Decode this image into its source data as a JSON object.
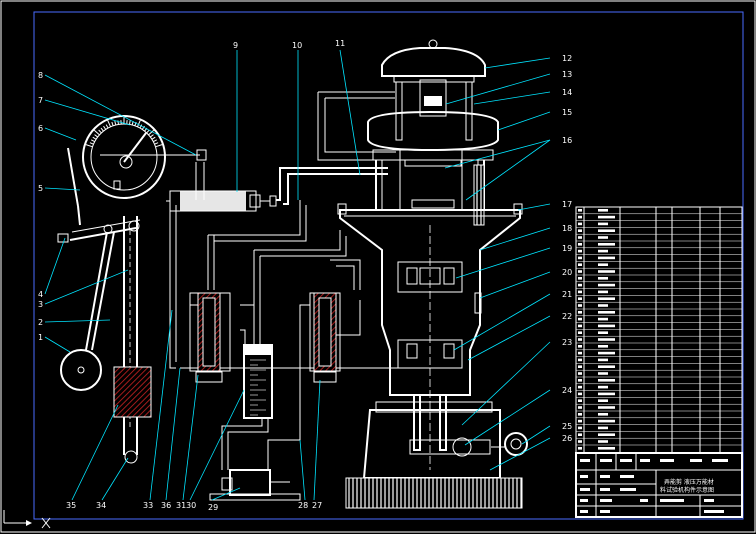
{
  "drawing": {
    "part_labels": [
      "1",
      "2",
      "3",
      "4",
      "5",
      "6",
      "7",
      "8",
      "9",
      "10",
      "11",
      "12",
      "13",
      "14",
      "15",
      "16",
      "17",
      "18",
      "19",
      "20",
      "21",
      "22",
      "23",
      "24",
      "25",
      "26",
      "27",
      "28",
      "29",
      "30",
      "31",
      "33",
      "34",
      "35",
      "36"
    ],
    "title_block": {
      "title_line1": "弄能剪 液压万能材",
      "title_line2": "料试验机构件示意图"
    }
  },
  "colors": {
    "background": "#000000",
    "frame": "#4a6cff",
    "drawing": "#ffffff",
    "leader": "#00e5ff",
    "hatch": "#cc2222"
  }
}
